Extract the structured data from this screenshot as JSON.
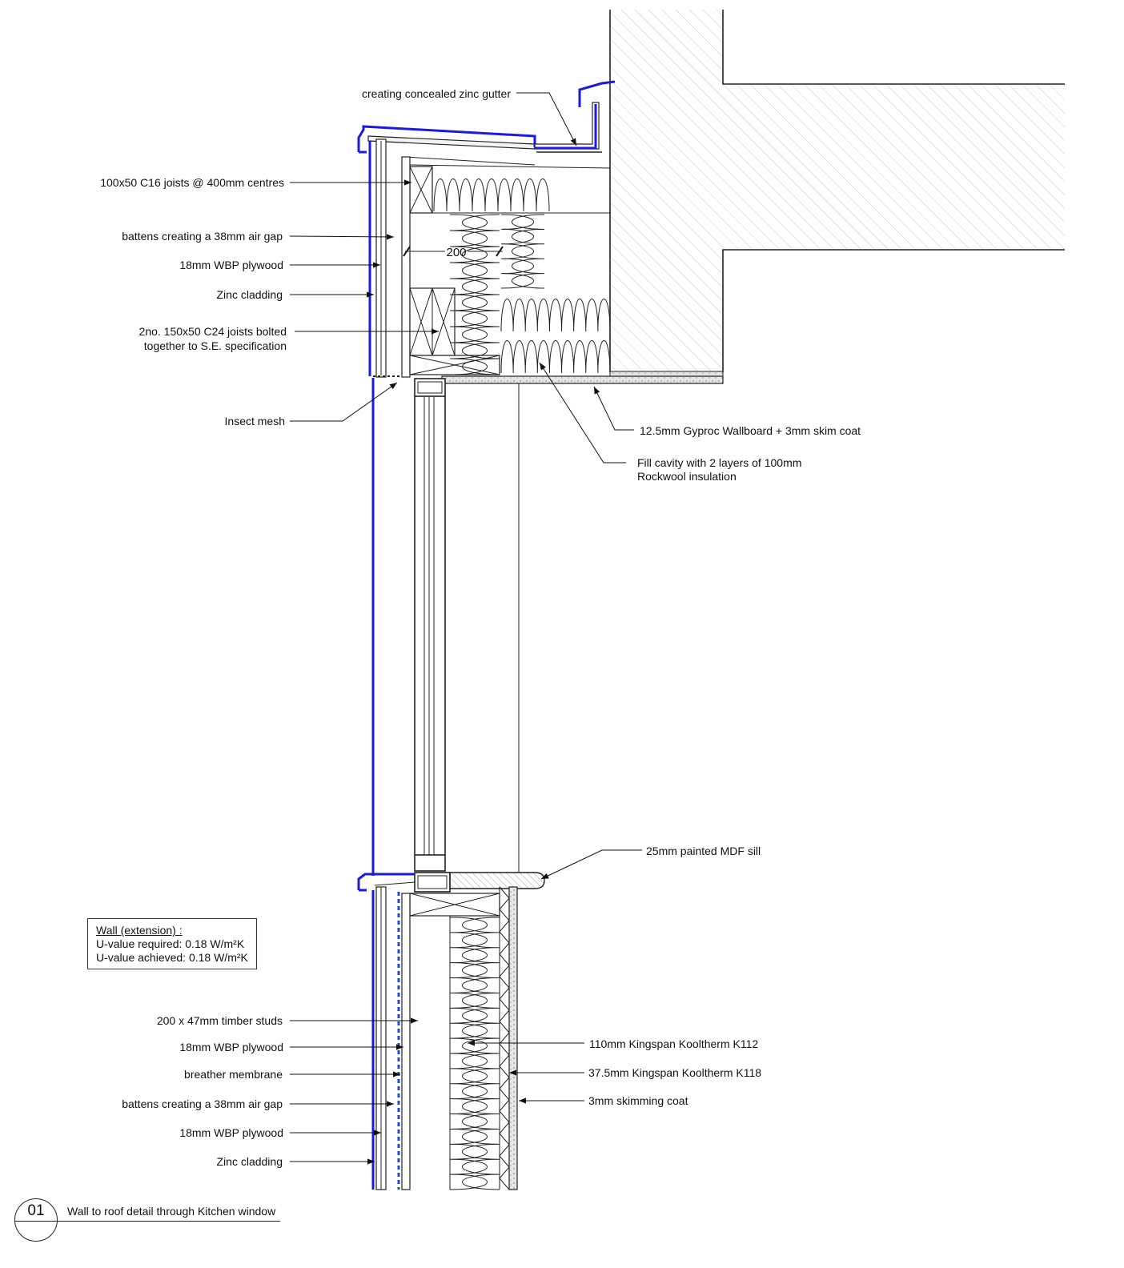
{
  "labels": {
    "gutter": "creating concealed zinc gutter",
    "joists_c16": "100x50 C16 joists @ 400mm centres",
    "battens_top": "battens creating a 38mm air gap",
    "plywood_top": "18mm WBP plywood",
    "zinc_top": "Zinc cladding",
    "joists_c24_line1": "2no. 150x50 C24 joists bolted",
    "joists_c24_line2": "together to S.E. specification",
    "insect_mesh": "Insect mesh",
    "gyproc": "12.5mm Gyproc Wallboard + 3mm skim coat",
    "rockwool_line1": "Fill cavity with 2 layers of 100mm",
    "rockwool_line2": "Rockwool insulation",
    "dimension": "200",
    "mdf_sill": "25mm painted MDF sill",
    "studs": "200 x 47mm timber studs",
    "plywood_mid": "18mm WBP plywood",
    "breather": "breather membrane",
    "battens_bottom": "battens creating a 38mm air gap",
    "plywood_bottom": "18mm WBP plywood",
    "zinc_bottom": "Zinc cladding",
    "k112": "110mm Kingspan Kooltherm K112",
    "k118": "37.5mm Kingspan Kooltherm K118",
    "skim": "3mm skimming coat"
  },
  "uvalue": {
    "heading": "Wall (extension) :",
    "required": "U-value required: 0.18 W/m²K",
    "achieved": "U-value achieved: 0.18 W/m²K"
  },
  "title": {
    "number": "01",
    "text": "Wall to roof detail through Kitchen window"
  },
  "colors": {
    "zinc": "#1a1ae0",
    "linework": "#222222",
    "hatch": "#bbbbbb"
  }
}
